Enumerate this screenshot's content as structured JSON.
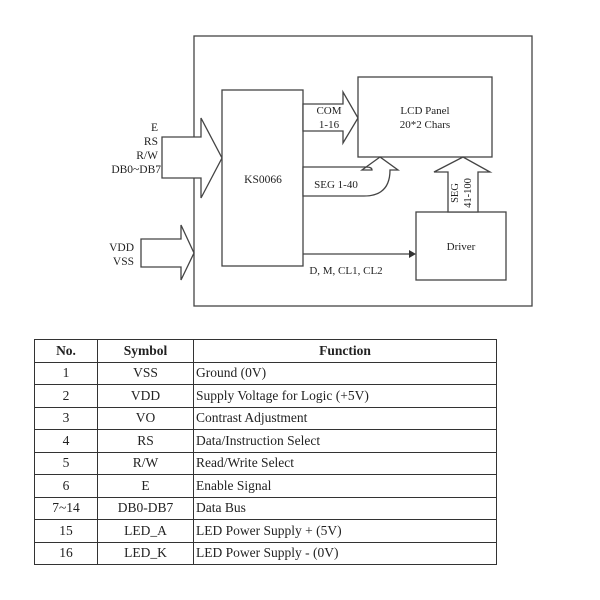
{
  "diagram": {
    "controller_label": "KS0066",
    "lcd_panel": {
      "line1": "LCD Panel",
      "line2": "20*2 Chars"
    },
    "driver_label": "Driver",
    "input_signals": [
      "E",
      "RS",
      "R/W",
      "DB0~DB7"
    ],
    "power_signals": [
      "VDD",
      "VSS"
    ],
    "com_label": {
      "line1": "COM",
      "line2": "1-16"
    },
    "seg_1_40_label": "SEG 1-40",
    "seg_41_100_label": {
      "line1": "SEG",
      "line2": "41-100"
    },
    "control_bus_label": "D, M, CL1, CL2"
  },
  "table": {
    "headers": [
      "No.",
      "Symbol",
      "Function"
    ],
    "rows": [
      {
        "no": "1",
        "symbol": "VSS",
        "function": "Ground (0V)"
      },
      {
        "no": "2",
        "symbol": "VDD",
        "function": "Supply Voltage for Logic (+5V)"
      },
      {
        "no": "3",
        "symbol": "VO",
        "function": "Contrast Adjustment"
      },
      {
        "no": "4",
        "symbol": "RS",
        "function": "Data/Instruction Select"
      },
      {
        "no": "5",
        "symbol": "R/W",
        "function": "Read/Write Select"
      },
      {
        "no": "6",
        "symbol": "E",
        "function": "Enable Signal"
      },
      {
        "no": "7~14",
        "symbol": "DB0-DB7",
        "function": "Data Bus"
      },
      {
        "no": "15",
        "symbol": "LED_A",
        "function": "LED Power Supply + (5V)"
      },
      {
        "no": "16",
        "symbol": "LED_K",
        "function": "LED Power Supply - (0V)"
      }
    ]
  }
}
